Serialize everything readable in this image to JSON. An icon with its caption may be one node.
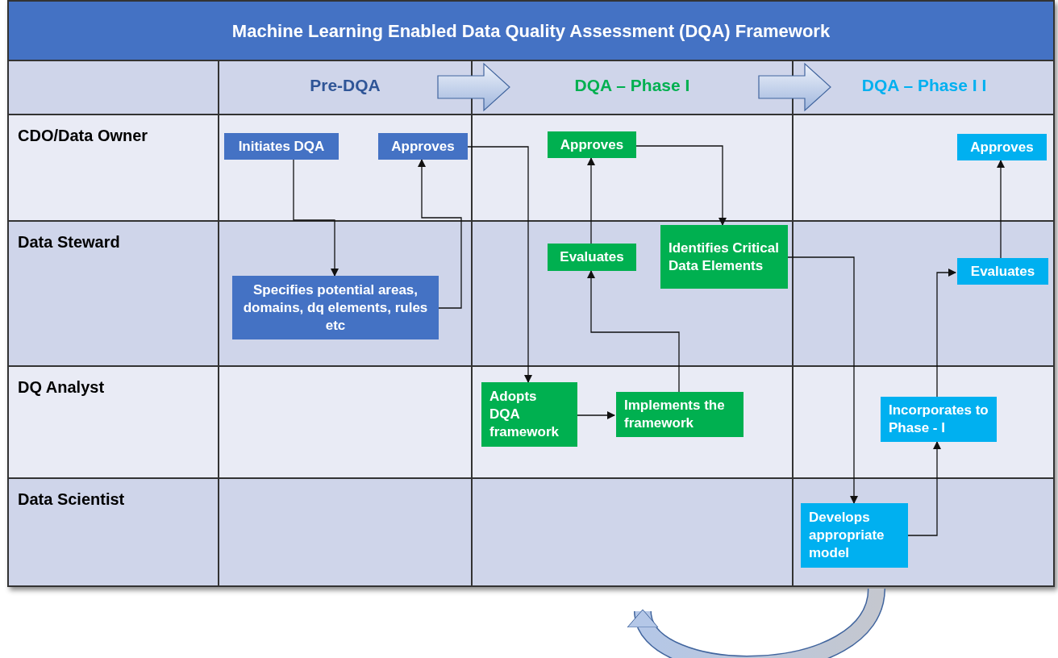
{
  "diagram": {
    "title": "Machine Learning Enabled Data Quality Assessment (DQA) Framework",
    "nodes": [
      {
        "text": [
          "Pre-DQA"
        ]
      },
      {
        "text": [
          "DQA – Phase I"
        ]
      },
      {
        "text": [
          "DQA – Phase I I"
        ]
      },
      {
        "text": [
          "Initiates DQA"
        ],
        "in": 0
      },
      {
        "text": [
          "Approves"
        ],
        "in": 0
      },
      {
        "text": [
          "Specifies potential areas, domains, dq elements, rules etc"
        ],
        "in": 0
      },
      {
        "text": [
          "Approves"
        ],
        "in": 1
      },
      {
        "text": [
          "Evaluates"
        ],
        "in": 1
      },
      {
        "text": [
          "Identifies Critical Data Elements"
        ],
        "in": 1
      },
      {
        "text": [
          "Adopts DQA framework"
        ],
        "in": 1
      },
      {
        "text": [
          "Implements the framework"
        ],
        "in": 1
      },
      {
        "text": [
          "Approves"
        ],
        "in": 2
      },
      {
        "text": [
          "Evaluates"
        ],
        "in": 2
      },
      {
        "text": [
          "Incorporates to Phase - I"
        ],
        "in": 2
      },
      {
        "text": [
          "Develops appropriate model"
        ],
        "in": 2
      }
    ],
    "edges": [
      {
        "from": 0,
        "to": 1,
        "arrow": "to",
        "style": "thick",
        "color": "#41659e"
      },
      {
        "from": 1,
        "to": 2,
        "arrow": "to",
        "style": "thick",
        "color": "#41659e"
      },
      {
        "from": 3,
        "to": 5,
        "arrow": "to"
      },
      {
        "from": 5,
        "to": 4,
        "arrow": "to"
      },
      {
        "from": 4,
        "to": 9,
        "arrow": "to"
      },
      {
        "from": 9,
        "to": 10,
        "arrow": "to"
      },
      {
        "from": 10,
        "to": 7,
        "arrow": "to"
      },
      {
        "from": 7,
        "to": 6,
        "arrow": "to"
      },
      {
        "from": 6,
        "to": 8,
        "arrow": "to"
      },
      {
        "from": 8,
        "to": 14,
        "arrow": "to"
      },
      {
        "from": 14,
        "to": 13,
        "arrow": "to"
      },
      {
        "from": 13,
        "to": 12,
        "arrow": "to"
      },
      {
        "from": 12,
        "to": 11,
        "arrow": "to"
      },
      {
        "from": 2,
        "to": 1,
        "arrow": "to",
        "style": "thick",
        "color": "#41659e"
      }
    ],
    "labels": [
      "CDO/Data Owner",
      "Data Steward",
      "DQ Analyst",
      "Data Scientist"
    ]
  }
}
